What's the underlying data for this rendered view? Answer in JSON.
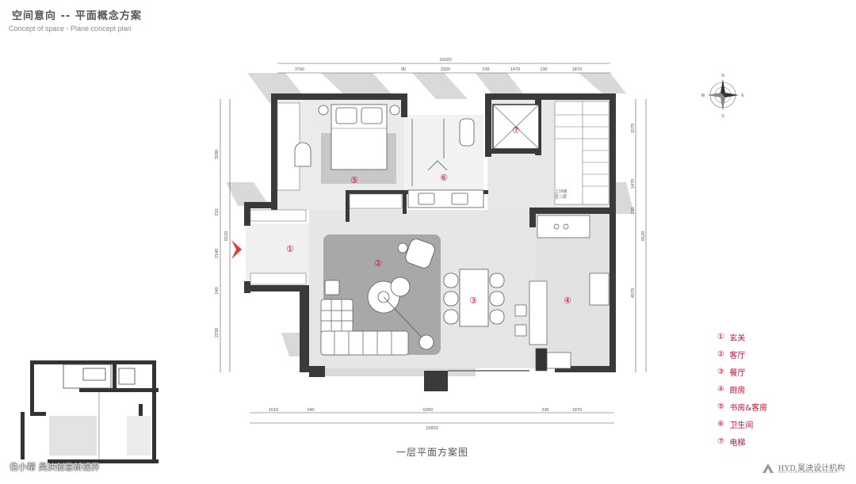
{
  "header": {
    "title_cn": "空间意向 -- 平面概念方案",
    "title_en": "Concept of space - Plane concept plan"
  },
  "dimensions": {
    "top_total": "10020",
    "top": [
      "3760",
      "90",
      "2320",
      "230",
      "1470",
      "130",
      "1870"
    ],
    "bottom_total": "10820",
    "bottom": [
      "1610",
      "240",
      "6260",
      "230",
      "1870"
    ],
    "left": [
      "3280",
      "210",
      "2140",
      "240",
      "2230"
    ],
    "left_total": "8120",
    "right": [
      "1570",
      "1470",
      "130",
      "4570"
    ],
    "right_total": "8120"
  },
  "room_markers": [
    "①",
    "②",
    "③",
    "④",
    "⑤",
    "⑥",
    "⑦"
  ],
  "stair_note": [
    "上16级",
    "至二层"
  ],
  "compass": {
    "north": "N",
    "south": "S",
    "east": "E",
    "west": "W"
  },
  "legend": [
    {
      "num": "①",
      "label": "玄关"
    },
    {
      "num": "②",
      "label": "客厅"
    },
    {
      "num": "③",
      "label": "餐厅"
    },
    {
      "num": "④",
      "label": "厨房"
    },
    {
      "num": "⑤",
      "label": "书房&客房"
    },
    {
      "num": "⑥",
      "label": "卫生间"
    },
    {
      "num": "⑦",
      "label": "电梯"
    }
  ],
  "caption": "一层平面方案图",
  "watermark": "住小帮 昊泱创意新视界",
  "brand": {
    "name": "HYD 昊泱设计机构",
    "sub": "HAO YI DECORATION & DESIGN"
  },
  "colors": {
    "accent": "#c8102e",
    "wall": "#3a3a3a",
    "floor": "#e6e6e6",
    "rug": "#a9a9a9",
    "shadow": "#d6d6d6"
  }
}
